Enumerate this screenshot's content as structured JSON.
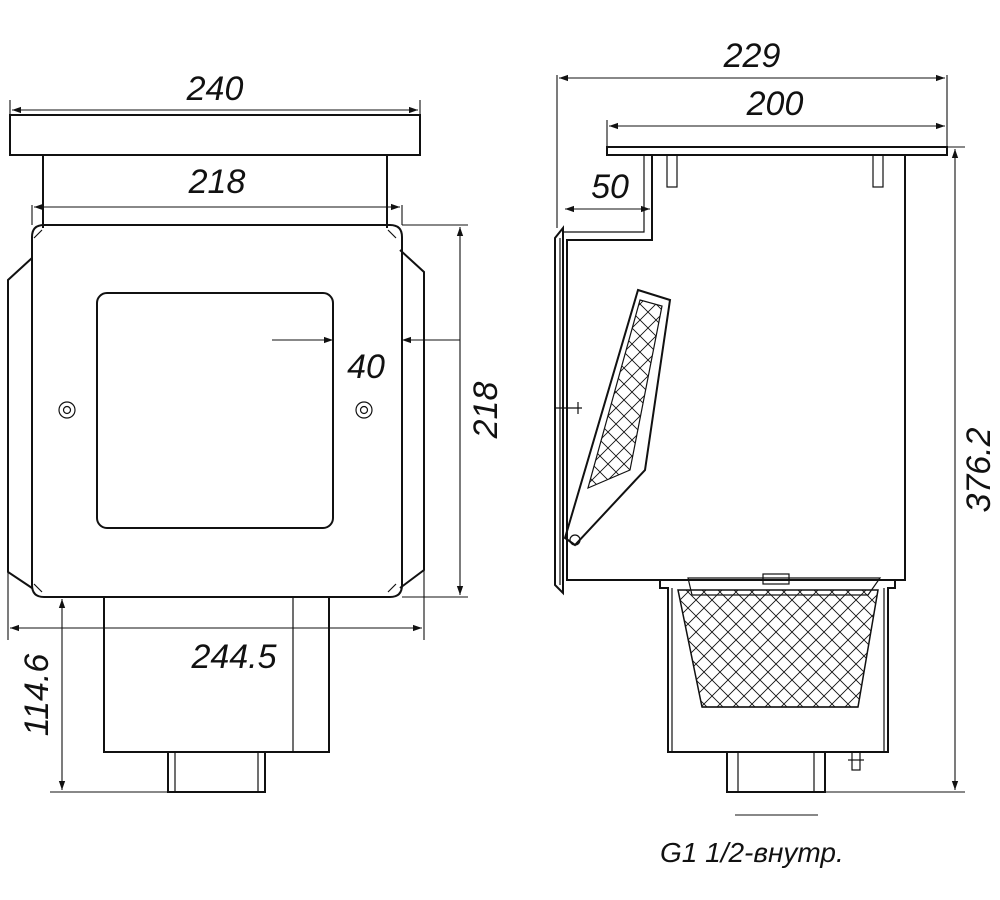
{
  "dimensions": {
    "front_top_width": "240",
    "front_flange_width": "218",
    "front_opening_offset": "40",
    "front_face_height": "218",
    "front_body_width": "244.5",
    "front_lower_height": "114.6",
    "side_total_width": "229",
    "side_top_width": "200",
    "side_weir_depth": "50",
    "side_total_height": "376.2"
  },
  "notes": {
    "thread": "G1 1/2-внутр."
  }
}
